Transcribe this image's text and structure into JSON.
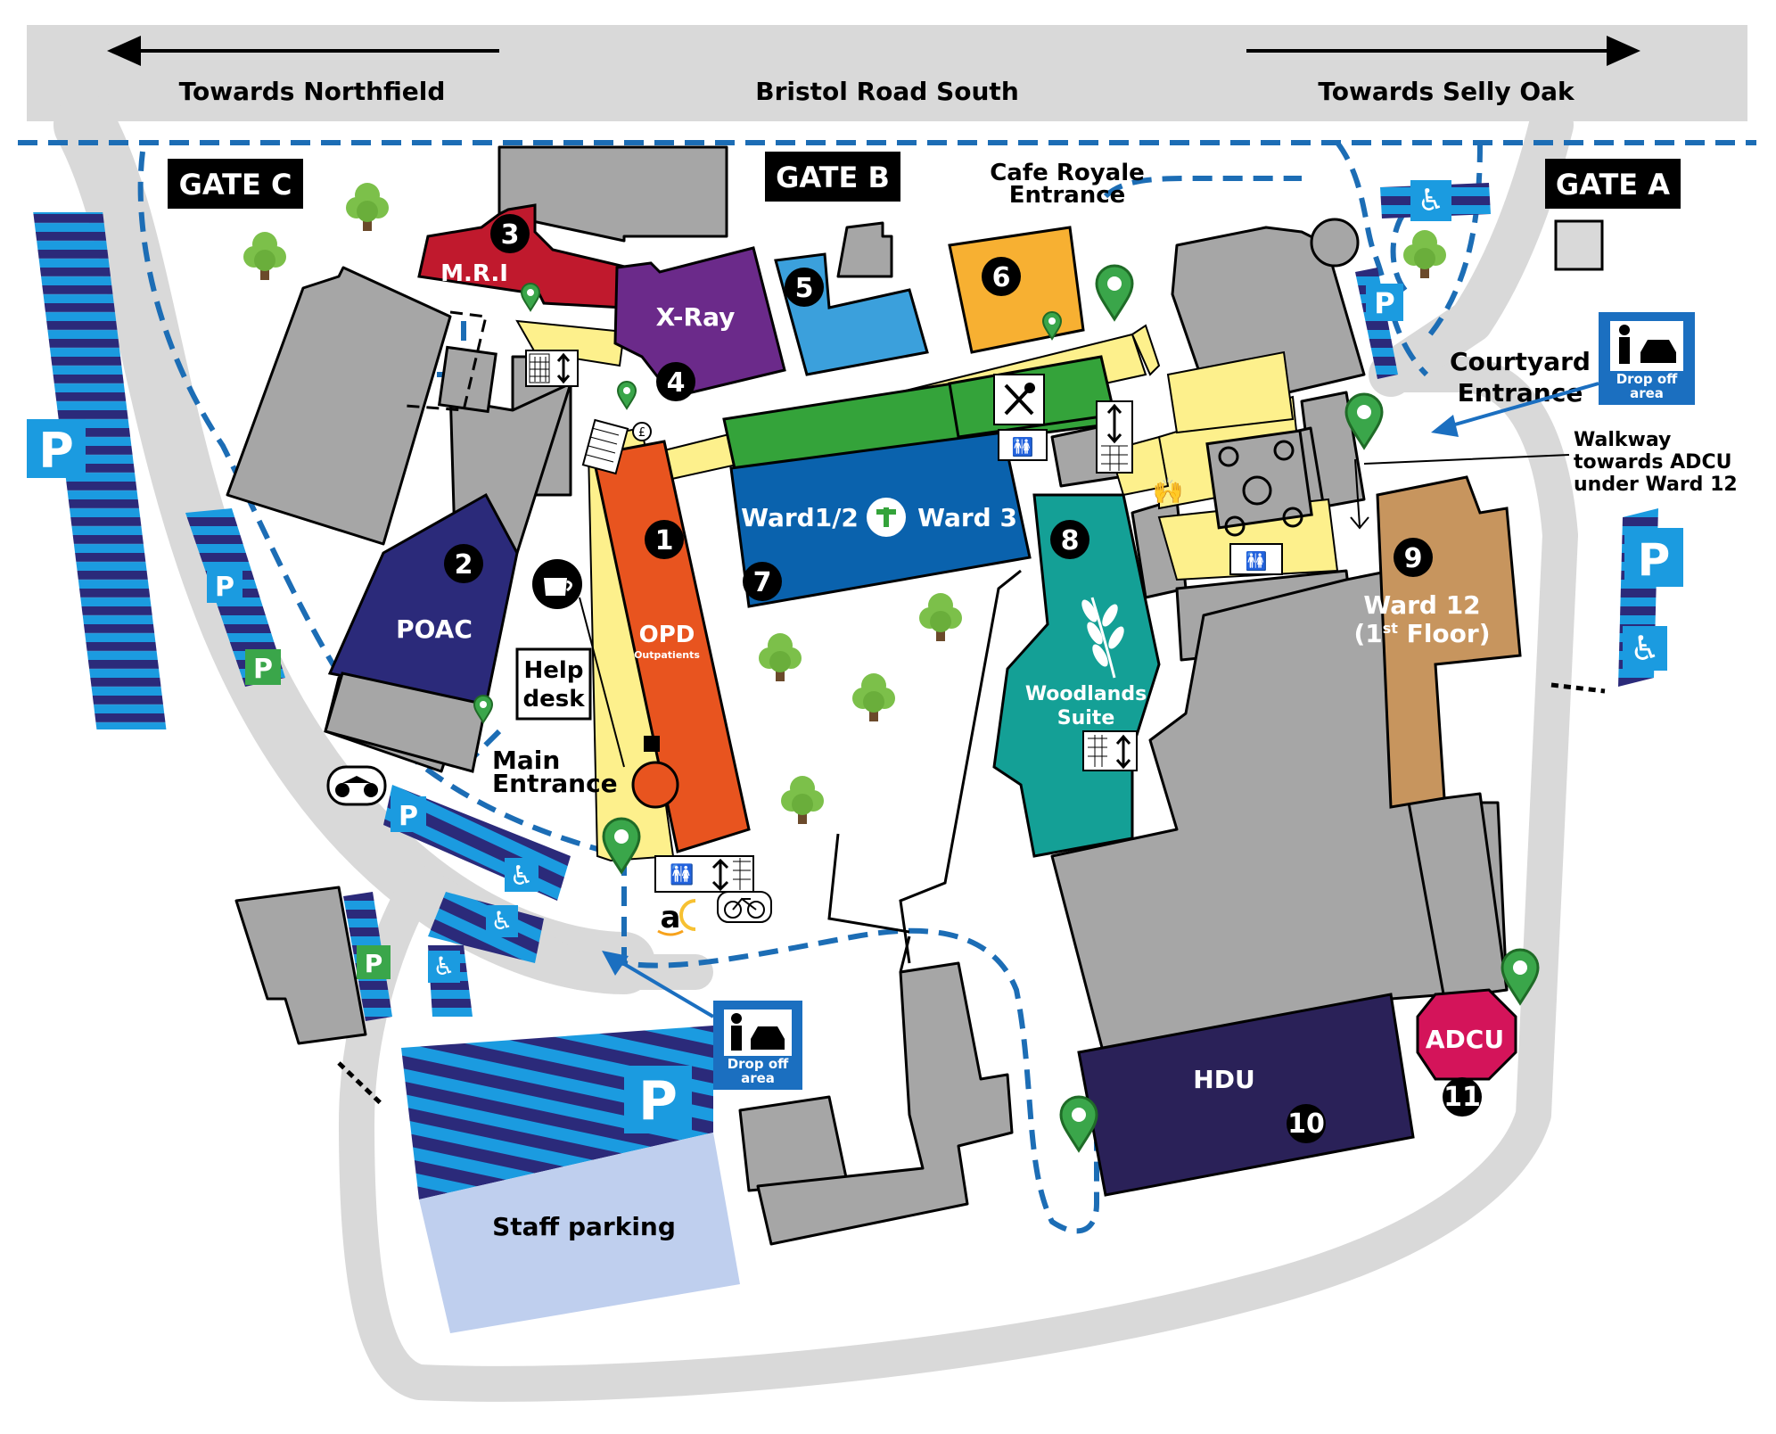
{
  "road": {
    "left": "Towards Northfield",
    "center": "Bristol Road South",
    "right": "Towards Selly Oak"
  },
  "gates": {
    "a": "GATE A",
    "b": "GATE B",
    "c": "GATE C"
  },
  "entrances": {
    "cafe_line1": "Cafe Royale",
    "cafe_line2": "Entrance",
    "courtyard_line1": "Courtyard",
    "courtyard_line2": "Entrance",
    "main_line1": "Main",
    "main_line2": "Entrance",
    "walkway_line1": "Walkway",
    "walkway_line2": "towards ADCU",
    "walkway_line3": "under Ward 12"
  },
  "buildings": {
    "mri": "M.R.I",
    "xray": "X-Ray",
    "poac": "POAC",
    "opd": "OPD",
    "opd_sub": "Outpatients",
    "ward12": "Ward1/2",
    "ward3": "Ward 3",
    "woodlands_line1": "Woodlands",
    "woodlands_line2": "Suite",
    "ward12b_line1": "Ward 12",
    "ward12b_line2_pre": "(1",
    "ward12b_line2_sup": "st",
    "ward12b_line2_post": " Floor)",
    "hdu": "HDU",
    "adcu": "ADCU"
  },
  "numbers": [
    "1",
    "2",
    "3",
    "4",
    "5",
    "6",
    "7",
    "8",
    "9",
    "10",
    "11"
  ],
  "help_desk": {
    "line1": "Help",
    "line2": "desk"
  },
  "staff_parking": "Staff parking",
  "parking_letter": "P",
  "drop_off": {
    "line1": "Drop off",
    "line2": "area"
  },
  "colors": {
    "road": "#d9d9d9",
    "building_grey": "#a6a6a6",
    "mri": "#c0192d",
    "xray": "#6b2a8a",
    "blue5": "#3ba0dc",
    "orange6": "#f7b032",
    "opd": "#e8541f",
    "poac": "#2b2a7a",
    "ward_green": "#34a33a",
    "ward_blue": "#0a62ad",
    "woodlands": "#14a096",
    "ward12": "#c7955e",
    "hdu": "#2a2158",
    "adcu": "#d4145a",
    "corridor": "#fdf08c",
    "walkway_dash": "#1c6db5",
    "parking_blue": "#1b9be0",
    "parking_green": "#3aa64a",
    "staff_parking": "#bfcfee"
  },
  "icons": [
    "arrow-left-icon",
    "arrow-right-icon",
    "tree-icon",
    "location-pin-icon",
    "parking-icon",
    "disabled-icon",
    "lift-icon",
    "stairs-icon",
    "toilets-icon",
    "cafe-icon",
    "restaurant-icon",
    "cash-icon",
    "motorbike-icon",
    "bicycle-icon",
    "amazon-locker-icon",
    "drop-off-icon",
    "hands-icon",
    "plus-icon"
  ]
}
